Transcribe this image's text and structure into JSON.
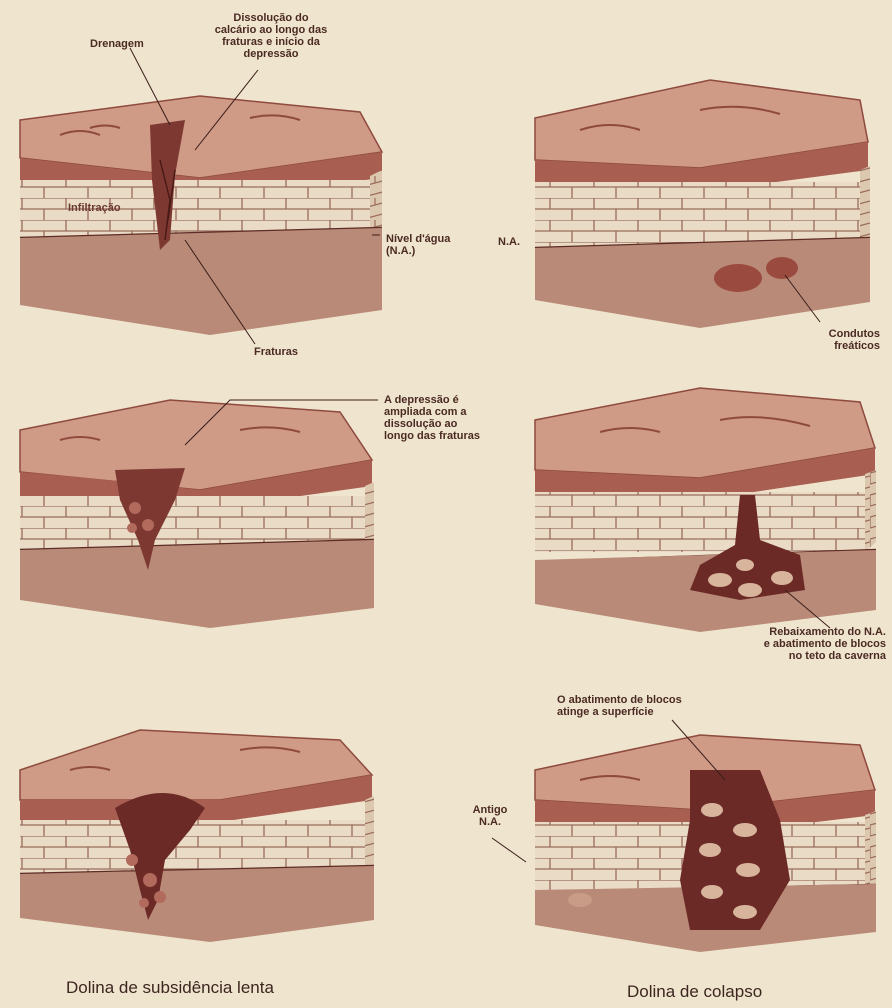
{
  "colors": {
    "background": "#efe4cd",
    "soil": "#cf9a86",
    "soil_dark": "#8e4a3e",
    "limestone": "#eadbc6",
    "limestone_side": "#dcc8af",
    "brick_line": "#9a6c5c",
    "base": "#b98a78",
    "cavity": "#6c2a26",
    "text": "#4a2a22"
  },
  "labels": {
    "drainage": "Drenagem",
    "dissolution": "Dissolução do\ncalcário ao longo das\nfraturas e início da\ndepressão",
    "infiltration": "Infiltração",
    "water_level": "Nível d'água\n(N.A.)",
    "fractures": "Fraturas",
    "na": "N.A.",
    "phreatic_conduits": "Condutos\nfreáticos",
    "depression_enlarged": "A depressão é\nampliada com a\ndissolução ao\nlongo das fraturas",
    "water_lowering": "Rebaixamento do N.A.\ne abatimento de blocos\nno teto da caverna",
    "collapse_reaches": "O abatimento de blocos\natinge a superfície",
    "old_na": "Antigo\nN.A."
  },
  "captions": {
    "left": "Dolina de subsidência lenta",
    "right": "Dolina de colapso"
  }
}
